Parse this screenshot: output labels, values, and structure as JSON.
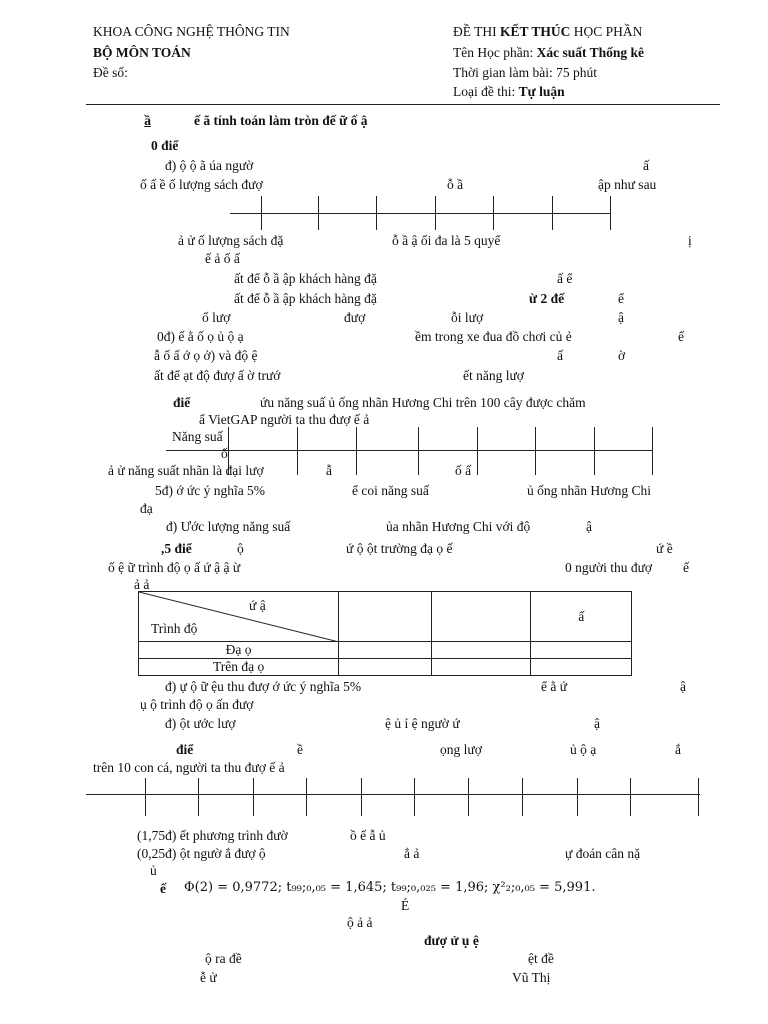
{
  "header": {
    "faculty": "KHOA CÔNG NGHỆ THÔNG TIN",
    "department": "BỘ MÔN TOÁN",
    "exam_code_label": "Đề số:",
    "exam_title_pre": "ĐỀ THI ",
    "exam_title_bold": "KẾT THÚC",
    "exam_title_post": " HỌC PHẦN",
    "course_label": "Tên Học phần: ",
    "course_value": "Xác suất Thống kê",
    "duration": "Thời gian làm bài: 75 phút",
    "type_label": "Loại đề thi: ",
    "type_value": "Tự luận"
  },
  "intro": {
    "left": "ầ",
    "middle": "ế ã tính toán làm tròn đế ữ ố ậ"
  },
  "q1": {
    "heading": "0 điể",
    "a_line1_start": "đ) ộ ộ ã úa ngườ",
    "a_line1_end": "ấ",
    "a_line2": "ố ấ ề ố lượng sách đượ",
    "a_line2_mid": "ỗ ầ",
    "a_line2_end": "ập như sau",
    "line3": "ả ử ố lượng sách đặ",
    "line3_mid": "ỗ ầ ậ ối đa là 5 quyể",
    "line3_end": "ị",
    "line4": "ế ả ố ấ",
    "item_i_a": "ất để ỗ ầ ập khách hàng đặ",
    "item_i_b": "ấ ể",
    "item_ii_a": "ất để ỗ ầ ập khách hàng đặ",
    "item_ii_b": "ừ 2 đế",
    "item_ii_c": "ể",
    "item_iii_a": "ố lượ",
    "item_iii_b": "đượ",
    "item_iii_c": "ỗi lượ",
    "item_iii_d": "ậ",
    "b_line1": "0đ) ế ằ ố ọ ủ ộ ạ",
    "b_line1_mid": "ềm trong xe đua đồ chơi củ ẻ",
    "b_line1_end": "ế",
    "b_line2": "ẫ ố ấ ớ ọ ở) và độ ệ",
    "b_line2_mid": "ấ",
    "b_line2_end": "ờ",
    "b_line3": "ất để ạt độ đượ ấ ờ trướ",
    "b_line3_end": "ết năng lượ"
  },
  "q2": {
    "heading": "điể",
    "line1": "ứu năng suấ ủ ống nhãn Hương Chi trên 100 cây được chăm",
    "line2": "ẩ VietGAP người ta thu đượ ế ả",
    "table_label": "Năng suấ",
    "table_row2": "ố",
    "line3": "ả ử năng suất nhãn là đại lượ",
    "line3_mid": "ẫ",
    "line3_end": "ố ấ",
    "a_line": "5đ) ớ ức ý nghĩa 5%",
    "a_line_mid": "ể coi năng suấ",
    "a_line_end": "ủ ống nhãn Hương Chi",
    "a_line2": "đạ",
    "b_line": "đ) Ước lượng năng suấ",
    "b_line_mid": "ủa nhãn Hương Chi với độ",
    "b_line_end": "ậ"
  },
  "q3": {
    "heading": ",5 điể",
    "heading_mid": "ộ",
    "heading_mid2": "ứ ộ ột trường đạ ọ ế",
    "heading_end": "ứ ề",
    "line2": "ố ệ ữ trình độ ọ ấ ứ ậ ậ ừ",
    "line2_mid": "0 người thu đượ",
    "line2_end": "ế",
    "line3": "ả ả",
    "table": {
      "col_header": "ứ ậ",
      "row_header": "Trình độ",
      "col4": "ấ",
      "rows": [
        "Đạ ọ",
        "Trên đạ ọ"
      ]
    },
    "a_line": "đ) ự ộ ữ ệu thu đượ ớ ức ý nghĩa 5%",
    "a_line_mid": "ể ằ ứ",
    "a_line_end": "ậ",
    "a_line2": "ụ ộ trình độ ọ ấn đượ",
    "b_line": "đ) ột ước lượ",
    "b_line_mid": "ệ ủ ỉ ệ ngườ ứ",
    "b_line_end": "ậ"
  },
  "q4": {
    "heading": "điể",
    "heading_mid": "ề",
    "heading_mid2": "ọng lượ",
    "heading_mid3": "ủ ộ ạ",
    "heading_end": "ắ",
    "line2": "trên 10 con cá, người ta thu đượ ế ả",
    "a_line": "(1,75đ) ết phương trình đườ",
    "a_line_mid": "ồ ế ẫ ủ",
    "b_line": "(0,25đ) ột ngườ ắ đượ ộ",
    "b_line_mid": "ắ ả",
    "b_line_end": "ự đoán cân nặ",
    "b_line2": "ủ"
  },
  "given": {
    "label": "ế",
    "formula": "Φ(2) = 0,9772;   t₉₉;₀,₀₅ = 1,645;   t₉₉;₀,₀₂₅ = 1,96;   χ²₂;₀,₀₅ = 5,991."
  },
  "footer": {
    "end": "É",
    "note1": "ộ ả ả",
    "note2": "đượ ử ụ ệ",
    "left_title": "ộ ra đề",
    "right_title": "ệt đề",
    "left_sig": "ễ ử",
    "right_sig": "Vũ Thị"
  }
}
